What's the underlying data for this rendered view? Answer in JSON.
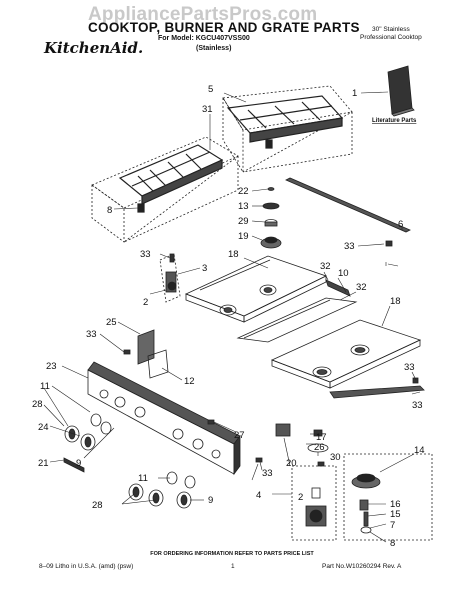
{
  "header": {
    "watermark": "AppliancePartsPros.com",
    "title": "COOKTOP, BURNER AND GRATE PARTS",
    "model_line": "For Model: KGCU407VSS00",
    "variant": "(Stainless)",
    "brand": "KitchenAid.",
    "spec_line1": "30\" Stainless",
    "spec_line2": "Professional Cooktop"
  },
  "labels": {
    "literature": "Literature Parts",
    "ordering_note": "FOR ORDERING INFORMATION REFER TO PARTS PRICE LIST"
  },
  "callouts": {
    "c1": "1",
    "c5": "5",
    "c31": "31",
    "c8a": "8",
    "c22": "22",
    "c13": "13",
    "c29": "29",
    "c19": "19",
    "c6": "6",
    "c33a": "33",
    "c18a": "18",
    "c33b": "33",
    "c3": "3",
    "c2a": "2",
    "c32a": "32",
    "c10": "10",
    "c32b": "32",
    "c18b": "18",
    "c33c": "33",
    "c25": "25",
    "c33d": "33",
    "c23": "23",
    "c12": "12",
    "c11a": "11",
    "c28a": "28",
    "c24": "24",
    "c9a": "9",
    "c21": "21",
    "c33e": "33",
    "c27": "27",
    "c17": "17",
    "c26": "26",
    "c30": "30",
    "c14": "14",
    "c20": "20",
    "c33f": "33",
    "c4": "4",
    "c2b": "2",
    "c11b": "11",
    "c28b": "28",
    "c9b": "9",
    "c16": "16",
    "c15": "15",
    "c7": "7",
    "c8b": "8"
  },
  "footer": {
    "left": "8–09 Litho in U.S.A. (amd) (psw)",
    "page": "1",
    "part_no": "Part No.W10260294 Rev. A"
  }
}
